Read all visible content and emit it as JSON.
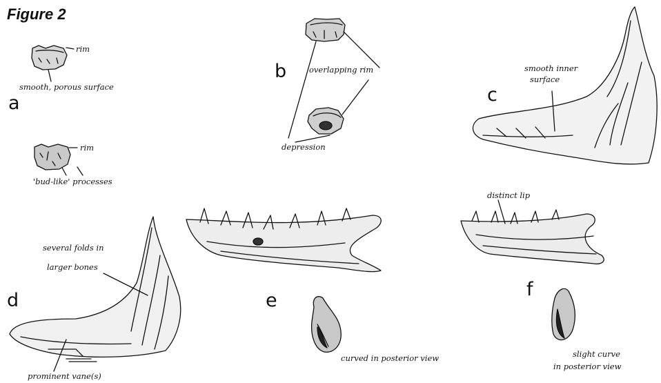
{
  "figure_title": "Figure 2",
  "panels": {
    "a": {
      "letter": "a",
      "labels": [
        "rim",
        "smooth, porous surface",
        "rim",
        "'bud-like' processes"
      ]
    },
    "b": {
      "letter": "b",
      "labels": [
        "overlapping rim",
        "depression"
      ]
    },
    "c": {
      "letter": "c",
      "labels": [
        "smooth inner",
        "surface"
      ]
    },
    "d": {
      "letter": "d",
      "labels": [
        "several folds in",
        "larger bones",
        "prominent vane(s)"
      ]
    },
    "e": {
      "letter": "e",
      "labels": [
        "curved in posterior view"
      ]
    },
    "f": {
      "letter": "f",
      "labels": [
        "distinct lip",
        "slight curve",
        "in posterior view"
      ]
    }
  }
}
